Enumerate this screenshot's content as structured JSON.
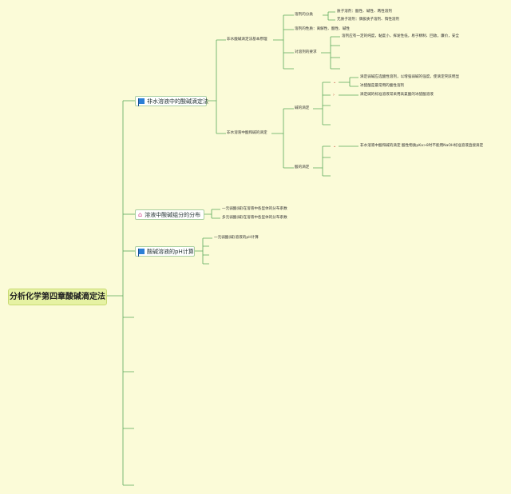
{
  "root": "分析化学第四章酸碱滴定法",
  "branch_1": {
    "title": "非水溶液中的酸碱滴定法",
    "icon": "flag-icon",
    "sub_1": {
      "title": "非水酸碱滴定法基本原理",
      "solvent_class": "溶剂的分类",
      "protic": "质子溶剂：酸性、碱性、两性溶剂",
      "aprotic": "无质子溶剂：偶极质子溶剂、惰性溶剂",
      "solvent_prop": "溶剂的性质：离解性、酸性、碱性",
      "requirements": "对溶剂的要求",
      "req_text": "溶剂应有一定的纯度，黏度小，挥发性低，易于精制、回收，廉价，安全"
    },
    "sub_2": {
      "title": "非水溶液中酸和碱的滴定",
      "base_titration": "碱的滴定",
      "base_1": "滴定弱碱应选酸性溶剂，以增强弱碱的强度，使滴定突跃明显",
      "base_2": "冰醋酸是最常用的酸性溶剂",
      "base_3": "滴定碱的标准溶液常采用高氯酸的冰醋酸溶液",
      "acid_titration": "酸的滴定",
      "acid_1": "非水溶液中酸和碱的滴定 酸性物质pKa>8时不能用NaOH标准溶液直接滴定"
    }
  },
  "branch_2": {
    "title": "溶液中酸碱组分的分布",
    "icon": "home-icon",
    "item_1": "一元弱酸(碱)在溶液中各型体的分布系数",
    "item_2": "多元弱酸(碱)在溶液中各型体的分布系数"
  },
  "branch_3": {
    "title": "酸碱溶液的pH计算",
    "icon": "flag-icon",
    "item_1": "一元弱酸(碱)溶液的pH计算"
  },
  "colors": {
    "background": "#fbfbd8",
    "line": "#5aa85a",
    "root": "#e6f2a3"
  }
}
